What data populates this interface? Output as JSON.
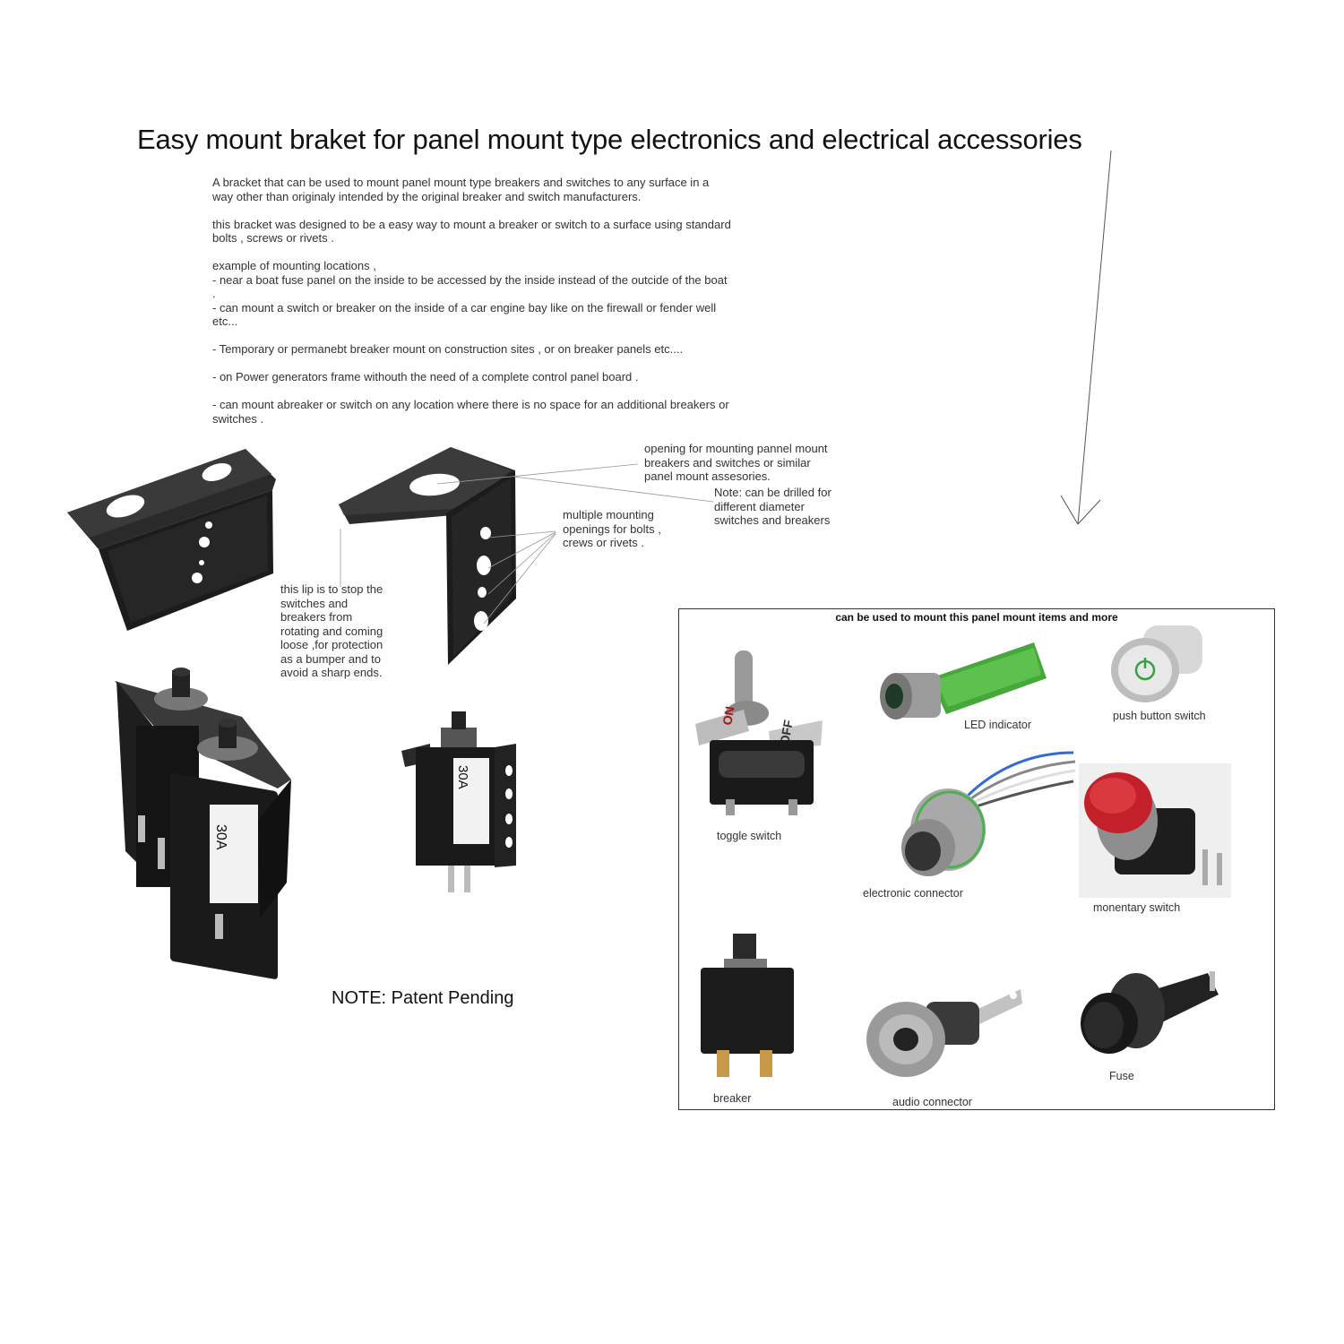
{
  "title": "Easy mount braket for panel mount type electronics and electrical accessories",
  "description": [
    "A bracket that can be used to mount panel mount type breakers and switches to any surface in a way other than originaly intended by the original breaker and switch manufacturers.",
    "this bracket was designed to be a easy way to mount a breaker or switch to a surface using standard bolts , screws or rivets .",
    "example of mounting locations ,",
    "- near a boat fuse panel on the inside to be accessed by the inside instead of the outcide of the boat .",
    "- can mount a switch or breaker on the inside of a car engine bay like on the firewall or fender well etc...",
    "- Temporary or permanebt breaker mount on construction sites , or on breaker panels etc....",
    "- on Power generators frame withouth the need of a complete control panel board .",
    "- can mount abreaker or switch on any location where there is no space for an additional breakers or switches ."
  ],
  "callouts": {
    "opening": "opening for mounting pannel mount breakers and switches or similar panel mount assesories.",
    "drill_note": "Note: can be drilled for different diameter switches and breakers",
    "multiple": "multiple mounting openings for bolts , crews or rivets .",
    "lip": "this lip is to stop the switches and breakers from rotating and coming loose ,for protection as a bumper and to avoid a sharp ends."
  },
  "breaker_label": "30A",
  "patent_note": "NOTE: Patent Pending",
  "panel": {
    "title": "can be used to mount this panel mount items and more",
    "items": {
      "toggle": "toggle switch",
      "led": "LED indicator",
      "push": "push button switch",
      "connector": "electronic connector",
      "momentary": "monentary switch",
      "breaker": "breaker",
      "audio": "audio connector",
      "fuse": "Fuse"
    },
    "toggle_on": "ON",
    "toggle_off": "OFF"
  }
}
